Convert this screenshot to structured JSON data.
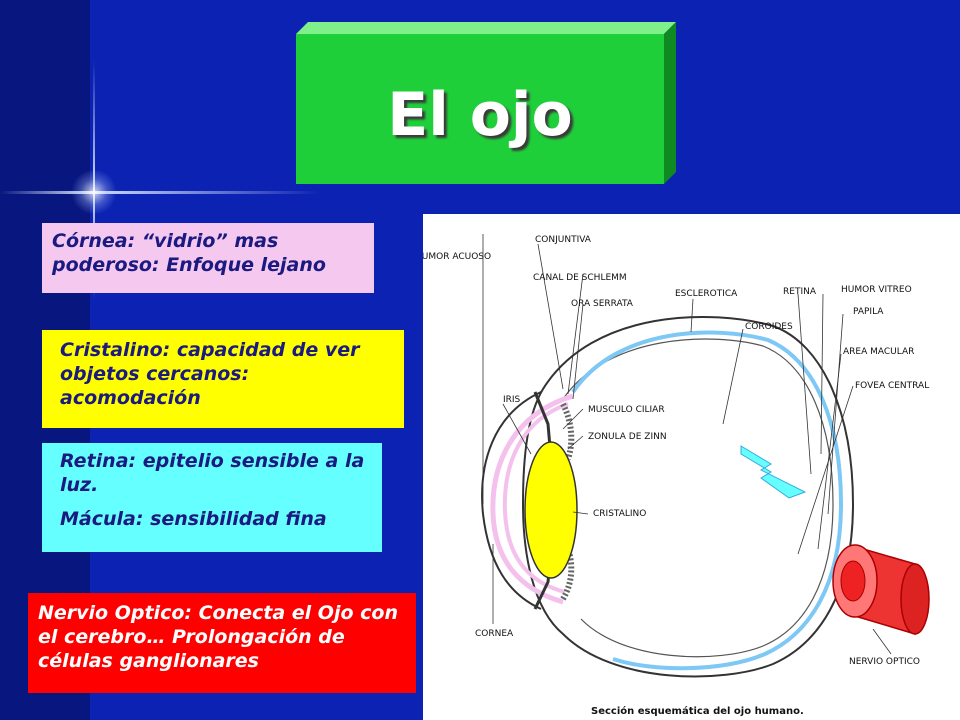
{
  "title": "El ojo",
  "boxes": {
    "cornea": "Córnea: “vidrio” mas poderoso: Enfoque lejano",
    "cristalino": "Cristalino: capacidad de ver objetos cercanos: acomodación",
    "retina_1": "Retina: epitelio sensible a la luz.",
    "retina_2": "Mácula: sensibilidad fina",
    "nervio": "Nervio Optico: Conecta el Ojo con el cerebro… Prolongación de células ganglionares"
  },
  "diagram": {
    "labels": {
      "humor_acuoso": "HUMOR ACUOSO",
      "conjuntiva": "CONJUNTIVA",
      "canal_schlemm": "CANAL DE SCHLEMM",
      "ora_serrata": "ORA SERRATA",
      "esclerotica": "ESCLEROTICA",
      "retina": "RETINA",
      "humor_vitreo": "HUMOR VITREO",
      "coroides": "COROIDES",
      "papila": "PAPILA",
      "area_macular": "AREA MACULAR",
      "fovea_central": "FOVEA CENTRAL",
      "iris": "IRIS",
      "musculo_ciliar": "MUSCULO CILIAR",
      "zonula_zinn": "ZONULA DE ZINN",
      "cristalino": "CRISTALINO",
      "cornea": "CORNEA",
      "nervio_optico": "NERVIO OPTICO",
      "caption": "Sección esquemática del ojo humano."
    }
  },
  "colors": {
    "background": "#0c22b2",
    "title_box": "#1fcf3a",
    "cornea_box": "#f5c8f0",
    "cristalino_box": "#ffff00",
    "retina_box": "#66ffff",
    "nervio_box": "#ff0000",
    "retina_line": "#7ec8f5",
    "lens": "#ffff00",
    "cornea_arc": "#f4c0ec"
  }
}
